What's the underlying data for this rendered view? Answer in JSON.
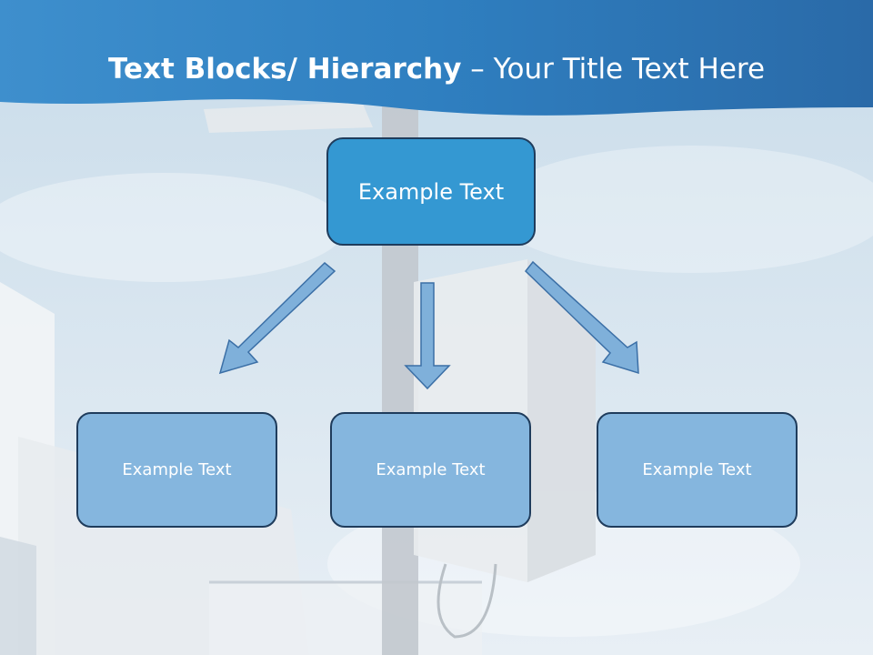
{
  "slide": {
    "title_bold": "Text Blocks/ Hierarchy",
    "title_rest": " – Your Title Text Here"
  },
  "hierarchy": {
    "root": {
      "label": "Example Text"
    },
    "children": [
      {
        "label": "Example Text"
      },
      {
        "label": "Example Text"
      },
      {
        "label": "Example Text"
      }
    ]
  },
  "colors": {
    "header_band": "#2f7fc0",
    "root_fill": "#3498d2",
    "child_fill": "#85b6de",
    "arrow_fill": "#7fb0da",
    "border": "#1f3c5c"
  }
}
